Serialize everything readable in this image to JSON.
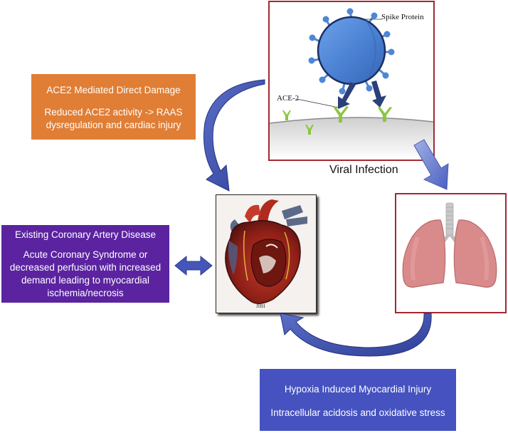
{
  "ace2_box": {
    "title": "ACE2 Mediated Direct Damage",
    "body": "Reduced ACE2 activity -> RAAS dysregulation and cardiac injury",
    "color": "#e07e35"
  },
  "cad_box": {
    "title": "Existing Coronary Artery Disease",
    "body": "Acute Coronary Syndrome or decreased perfusion with increased demand leading to myocardial ischemia/necrosis",
    "color": "#5b23a0"
  },
  "hypoxia_box": {
    "title": "Hypoxia Induced Myocardial Injury",
    "body": "Intracellular acidosis and oxidative stress",
    "color": "#4552c0"
  },
  "virus_panel": {
    "spike_label": "Spike Protein",
    "receptor_label": "ACE-2",
    "caption": "Viral Infection",
    "border_color": "#a52832"
  },
  "heart_panel": {
    "signature": "JHH"
  },
  "colors": {
    "arrow_blue": "#3c4ba8",
    "virus_blue": "#4f86d6",
    "lung_pink": "#d98a8a",
    "receptor_green": "#8cc63f"
  }
}
